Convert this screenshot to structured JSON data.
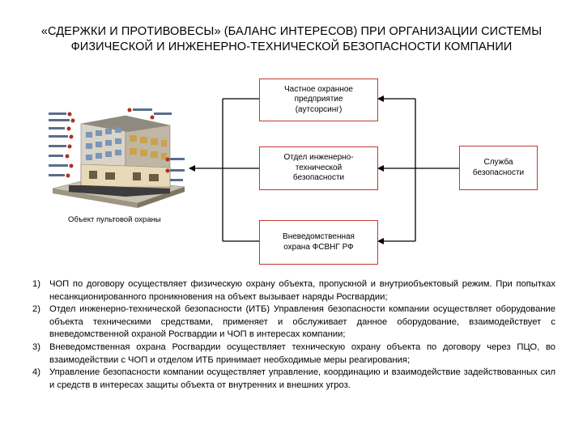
{
  "title": {
    "line1": "«СДЕРЖКИ И ПРОТИВОВЕСЫ» (БАЛАНС ИНТЕРЕСОВ) ПРИ ОРГАНИЗАЦИИ СИСТЕМЫ",
    "line2": "ФИЗИЧЕСКОЙ И ИНЖЕНЕРНО-ТЕХНИЧЕСКОЙ БЕЗОПАСНОСТИ КОМПАНИИ"
  },
  "diagram": {
    "chop": [
      "Частное охранное",
      "предприятие",
      "(аутсорсинг)"
    ],
    "itb": [
      "Отдел инженерно-",
      "технической",
      "безопасности"
    ],
    "ovo": [
      "Вневедомственная",
      "охрана ФСВНГ РФ"
    ],
    "sb": [
      "Служба",
      "безопасности"
    ],
    "object_caption": "Объект пультовой охраны"
  },
  "notes": [
    {
      "num": "1)",
      "text": "ЧОП по договору осуществляет физическую охрану объекта, пропускной и внутриобъектовый режим. При попытках несанкционированного проникновения на объект вызывает наряды Росгвардии;"
    },
    {
      "num": "2)",
      "text": "Отдел инженерно-технической безопасности (ИТБ) Управления безопасности компании осуществляет оборудование объекта техническими средствами, применяет и обслуживает данное оборудование, взаимодействует с вневедомственной охраной Росгвардии и ЧОП в интересах компании;"
    },
    {
      "num": "3)",
      "text": "Вневедомственная охрана Росгвардии осуществляет техническую охрану объекта по договору через ПЦО, во взаимодействии с ЧОП и отделом ИТБ принимает необходимые меры реагирования;"
    },
    {
      "num": "4)",
      "text": "Управление безопасности компании осуществляет управление, координацию и взаимодействие задействованных сил и средств в интересах защиты объекта от внутренних и внешних угроз."
    }
  ],
  "colors": {
    "box_border": "#c0392b",
    "arrow": "#000000"
  },
  "icons": {
    "building": "building-cutaway-illustration"
  }
}
